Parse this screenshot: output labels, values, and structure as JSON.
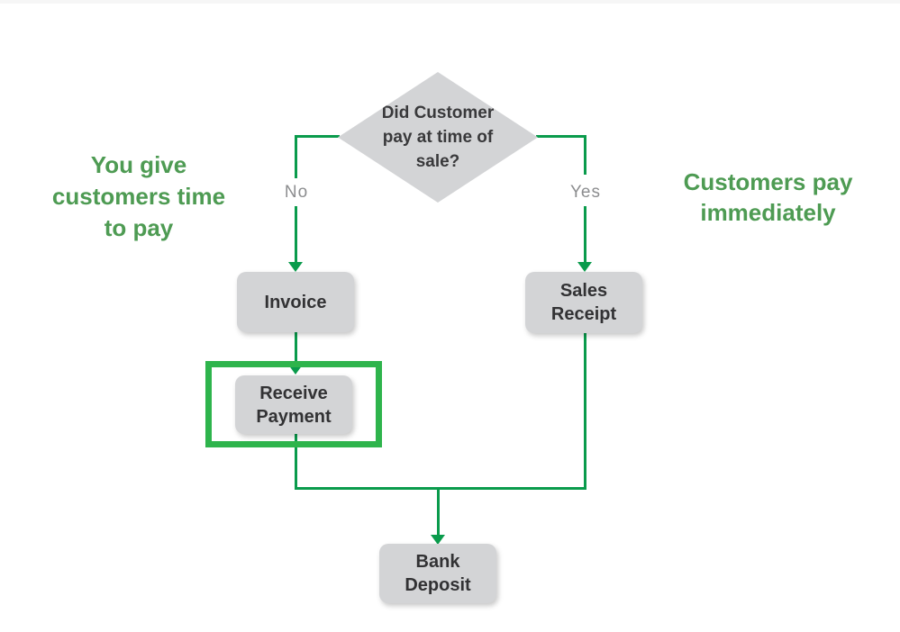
{
  "diagram": {
    "title_implicit": "Customer payment flowchart",
    "decision": {
      "label": "Did Customer pay at time of sale?"
    },
    "nodes": {
      "invoice": {
        "label": "Invoice",
        "highlighted": false
      },
      "sales_receipt": {
        "label": "Sales Receipt",
        "highlighted": false
      },
      "receive_payment": {
        "label": "Receive Payment",
        "highlighted": true
      },
      "bank_deposit": {
        "label": "Bank Deposit",
        "highlighted": false
      }
    },
    "branch_labels": {
      "no": "No",
      "yes": "Yes"
    },
    "annotations": {
      "left": "You give customers time to pay",
      "right": "Customers pay immediately"
    },
    "edges": [
      "decision -> invoice (No)",
      "decision -> sales_receipt (Yes)",
      "invoice -> receive_payment",
      "receive_payment -> bank_deposit",
      "sales_receipt -> bank_deposit"
    ]
  },
  "colors": {
    "connector_green": "#0a9b4c",
    "highlight_green": "#2eb44c",
    "annotation_green": "#4e9b53",
    "node_fill_gray": "#d3d4d6",
    "node_text": "#323234",
    "branch_label_gray": "#8c8d8f",
    "background": "#ffffff"
  }
}
